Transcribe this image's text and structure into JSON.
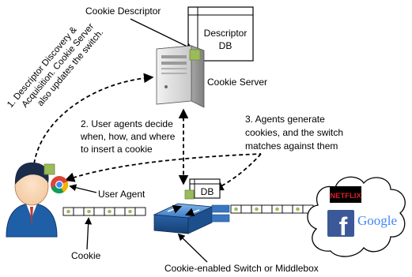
{
  "labels": {
    "cookie_descriptor": "Cookie Descriptor",
    "descriptor_db_line1": "Descriptor",
    "descriptor_db_line2": "DB",
    "cookie_server": "Cookie Server",
    "step1_line1": "1. Descriptor Discovery &",
    "step1_line2": "Acquisition. Cookie Server",
    "step1_line3": "also updates the switch.",
    "step2_line1": "2. User agents decide",
    "step2_line2": "when, how, and where",
    "step2_line3": "to insert a cookie",
    "step3_line1": "3. Agents generate",
    "step3_line2": "cookies, and the switch",
    "step3_line3": "matches against them",
    "user_agent": "User Agent",
    "switch_db": "DB",
    "cookie": "Cookie",
    "switch": "Cookie-enabled Switch or Middlebox",
    "netflix": "NETFLIX",
    "facebook": "f",
    "google": "Google"
  },
  "colors": {
    "cookie_green": "#9BBB59",
    "cookie_border": "#6e8c3a",
    "server_gray": "#d9d9d9",
    "switch_blue": "#2f6db5",
    "netflix_red": "#d81f26",
    "facebook_blue": "#3b5998"
  },
  "icons": [
    "server-icon",
    "user-avatar-icon",
    "chrome-icon",
    "switch-icon",
    "cloud-icon",
    "netflix-logo",
    "facebook-logo",
    "google-logo"
  ]
}
